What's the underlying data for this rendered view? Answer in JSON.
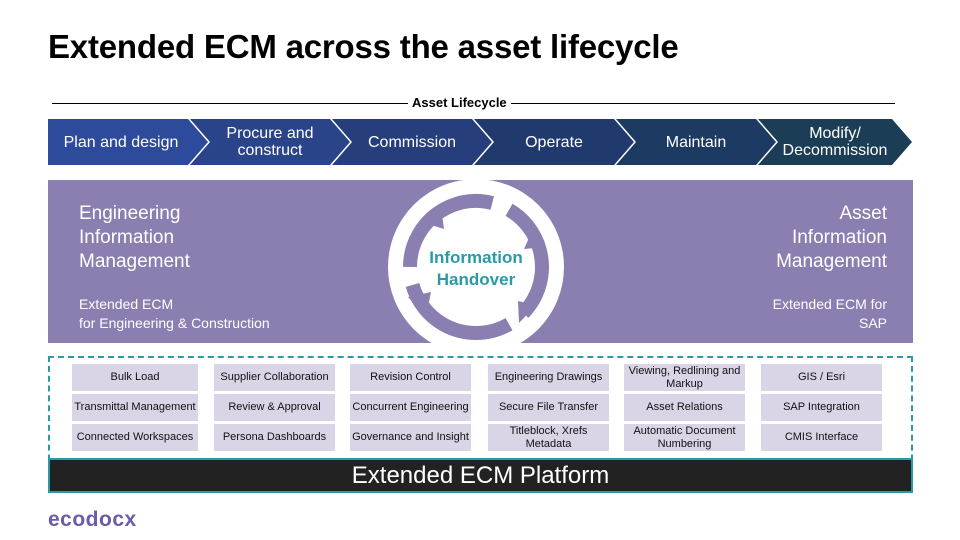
{
  "title": "Extended ECM across the asset lifecycle",
  "lifecycle": {
    "label": "Asset Lifecycle",
    "stages": [
      {
        "lines": [
          "Plan  and design"
        ],
        "color": "#2e4a9a"
      },
      {
        "lines": [
          "Procure and",
          "construct"
        ],
        "color": "#2a4489"
      },
      {
        "lines": [
          "Commission"
        ],
        "color": "#263e7c"
      },
      {
        "lines": [
          "Operate"
        ],
        "color": "#203a6e"
      },
      {
        "lines": [
          "Maintain"
        ],
        "color": "#1d3a62"
      },
      {
        "lines": [
          "Modify/",
          "Decommission"
        ],
        "color": "#1c3d56"
      }
    ]
  },
  "band": {
    "color": "#8a7fb0",
    "left": {
      "heading": [
        "Engineering",
        "Information",
        "Management"
      ],
      "sub": [
        "Extended ECM",
        "for Engineering & Construction"
      ]
    },
    "center": {
      "lines": [
        "Information",
        "Handover"
      ]
    },
    "right": {
      "heading": [
        "Asset",
        "Information",
        "Management"
      ],
      "sub": [
        "Extended ECM for",
        "SAP"
      ]
    }
  },
  "modules": [
    [
      "Bulk Load",
      "Transmittal Management",
      "Connected Workspaces"
    ],
    [
      "Supplier Collaboration",
      "Review & Approval",
      "Persona Dashboards"
    ],
    [
      "Revision Control",
      "Concurrent Engineering",
      "Governance and Insight"
    ],
    [
      "Engineering Drawings",
      "Secure File Transfer",
      "Titleblock, Xrefs Metadata"
    ],
    [
      "Viewing, Redlining and Markup",
      "Asset Relations",
      "Automatic Document Numbering"
    ],
    [
      "GIS / Esri",
      "SAP Integration",
      "CMIS Interface"
    ]
  ],
  "platform": "Extended ECM Platform",
  "logo": "ecodocx",
  "colors": {
    "accent": "#2a9aa6",
    "logo": "#6c5ba7",
    "cell": "#d9d4e6"
  }
}
